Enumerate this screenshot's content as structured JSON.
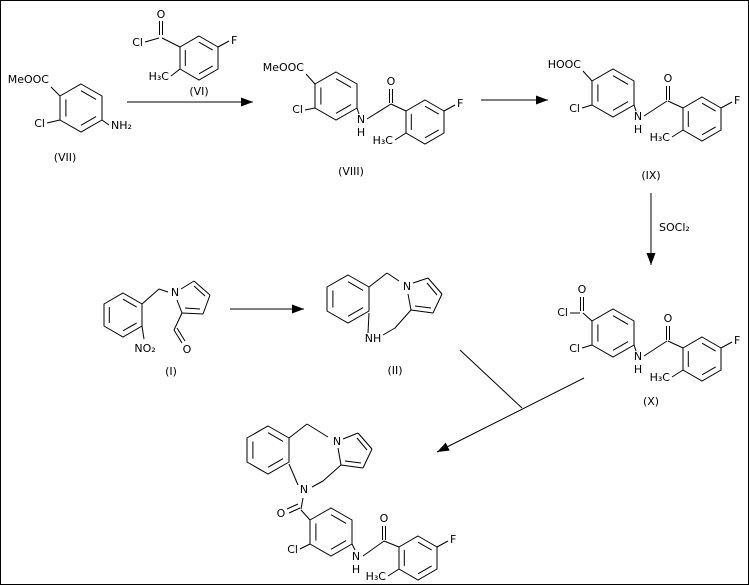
{
  "scheme": {
    "compounds": {
      "VII": {
        "label": "(VII)",
        "atoms": {
          "ester": "MeOOC",
          "chloro": "Cl",
          "amine": "NH₂"
        }
      },
      "VI": {
        "label": "(VI)",
        "atoms": {
          "carbonyl_o": "O",
          "acyl_chloride": "Cl",
          "fluoro": "F",
          "methyl": "H₃C"
        }
      },
      "VIII": {
        "label": "(VIII)",
        "atoms": {
          "ester": "MeOOC",
          "chloro": "Cl",
          "amide_n": "N",
          "amide_h": "H",
          "carbonyl_o": "O",
          "fluoro": "F",
          "methyl": "H₃C"
        }
      },
      "IX": {
        "label": "(IX)",
        "atoms": {
          "acid": "HOOC",
          "chloro": "Cl",
          "amide_n": "N",
          "amide_h": "H",
          "carbonyl_o": "O",
          "fluoro": "F",
          "methyl": "H₃C"
        }
      },
      "X": {
        "label": "(X)",
        "atoms": {
          "acyl_o": "O",
          "acyl_chloride": "Cl",
          "chloro": "Cl",
          "amide_n": "N",
          "amide_h": "H",
          "carbonyl_o": "O",
          "fluoro": "F",
          "methyl": "H₃C"
        }
      },
      "I": {
        "label": "(I)",
        "atoms": {
          "pyrrole_n": "N",
          "nitro": "NO₂",
          "aldehyde_o": "O"
        }
      },
      "II": {
        "label": "(II)",
        "atoms": {
          "pyrrole_n": "N",
          "amine": "NH"
        }
      },
      "product": {
        "atoms": {
          "pyrrole_n": "N",
          "diazepine_n": "N",
          "acyl_o": "O",
          "chloro": "Cl",
          "amide_n": "N",
          "amide_h": "H",
          "carbonyl_o": "O",
          "fluoro": "F",
          "methyl": "H₃C"
        }
      }
    },
    "reagents": {
      "socl2": "SOCl₂"
    }
  }
}
